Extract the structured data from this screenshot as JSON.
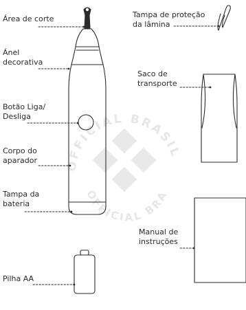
{
  "labels": {
    "area_de_corte": "Área de corte",
    "anel_decorativa": [
      "Ánel",
      "decorativa"
    ],
    "botao": [
      "Botão Liga/",
      "Desliga"
    ],
    "corpo": [
      "Corpo do",
      "aparador"
    ],
    "tampa_bateria": [
      "Tampa da",
      "bateria"
    ],
    "pilha": "Pilha AA",
    "tampa_protecao": [
      "Tampa de proteção",
      "da lâmina"
    ],
    "saco": [
      "Saco de",
      "transporte"
    ],
    "manual": [
      "Manual de",
      "instruções"
    ]
  },
  "watermark": {
    "text_top": "OFFICIAL BRASIL",
    "text_bottom": "OFFICIAL BRASIL",
    "color": "#e6e6e6"
  },
  "colors": {
    "line": "#2b2b2b",
    "text": "#2b2b2b"
  }
}
